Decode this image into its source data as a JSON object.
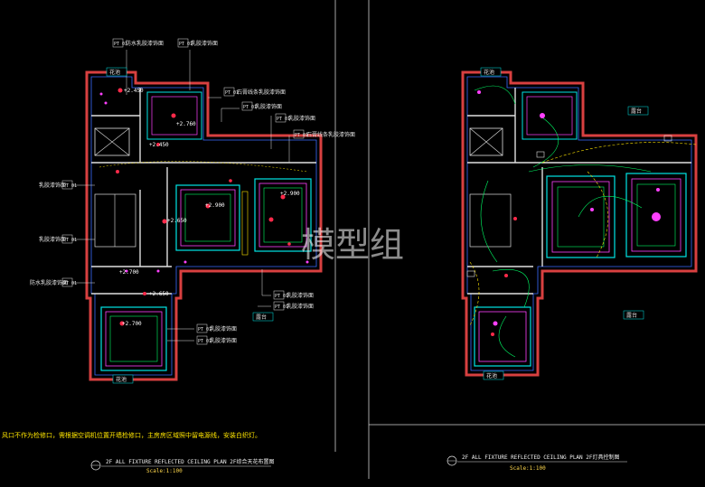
{
  "watermark": "模型组",
  "left_plan": {
    "note": "风口不作为检修口，需根据空调机位置开墙检修口，主房房区域照中留电源线，安装白织灯。",
    "title": "2F ALL FIXTURE REFLECTED CEILING PLAN   2F综合天花布置图",
    "scale": "Scale:1:100",
    "callouts": [
      {
        "code": "PT 01",
        "text": "防水乳胶漆饰面"
      },
      {
        "code": "PT 01",
        "text": "乳胶漆饰面"
      },
      {
        "code": "PT 01",
        "text": "石膏线条乳胶漆饰面"
      },
      {
        "code": "PT 01",
        "text": "乳胶漆饰面"
      },
      {
        "code": "PT 01",
        "text": "乳胶漆饰面"
      },
      {
        "code": "PT 01",
        "text": "石膏线条乳胶漆饰面"
      },
      {
        "code": "PT 01",
        "text": "乳胶漆饰面"
      },
      {
        "code": "PT 01",
        "text": "乳胶漆饰面"
      },
      {
        "code": "PT 01",
        "text": "防水乳胶漆饰面"
      },
      {
        "code": "PT 01",
        "text": "乳胶漆饰面"
      },
      {
        "code": "PT 01",
        "text": "乳胶漆饰面"
      },
      {
        "code": "PT 01",
        "text": "乳胶漆饰面"
      },
      {
        "code": "PT 01",
        "text": "乳胶漆饰面"
      }
    ],
    "elevations": [
      "+2.450",
      "+2.760",
      "+2.450",
      "+2.900",
      "+2.900",
      "+2.650",
      "+2.700",
      "+2.650",
      "+2.700"
    ],
    "room_tags": [
      "花池",
      "露台",
      "花池"
    ]
  },
  "right_plan": {
    "title": "2F ALL FIXTURE REFLECTED CEILING PLAN   2F灯具控制图",
    "scale": "Scale:1:100",
    "room_tags": [
      "花池",
      "露台",
      "露台",
      "花池"
    ]
  }
}
